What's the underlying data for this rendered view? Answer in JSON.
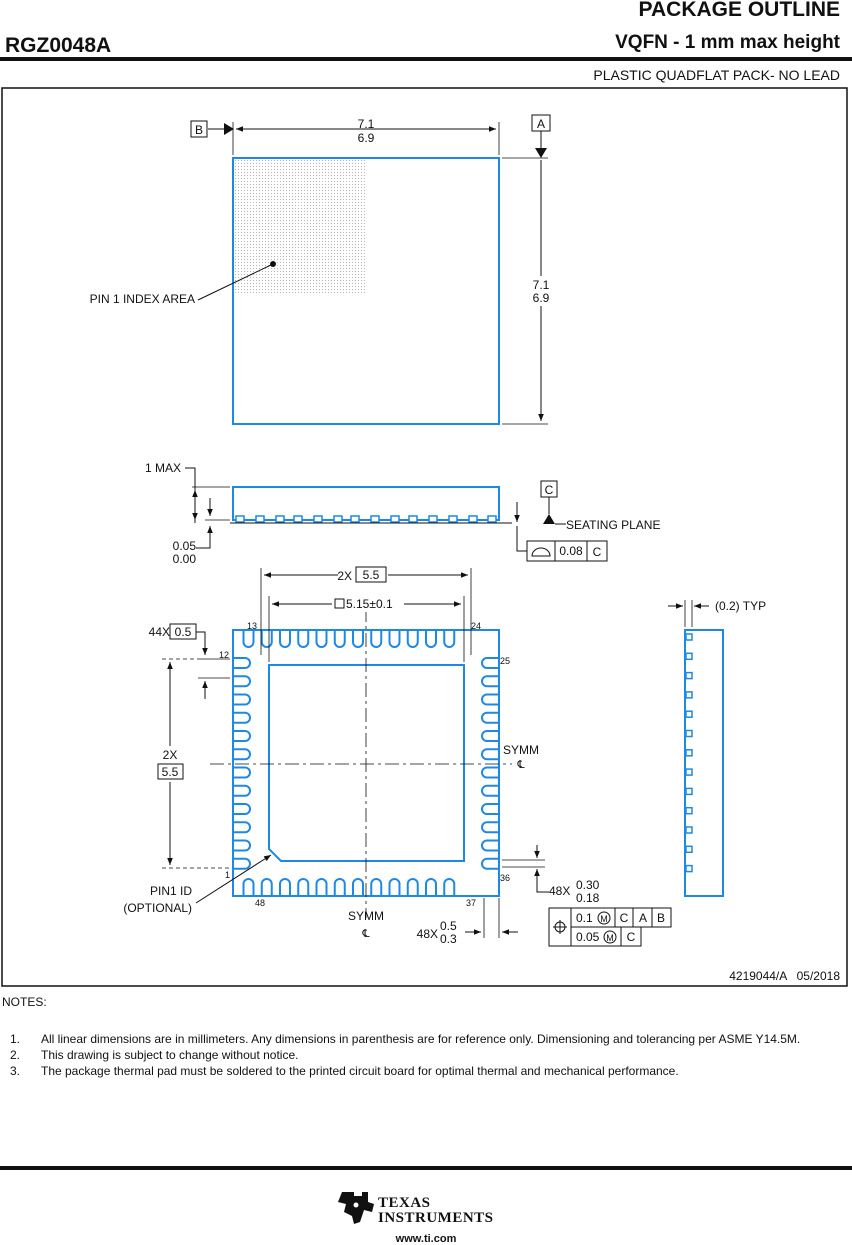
{
  "header": {
    "title": "PACKAGE OUTLINE",
    "package_code": "RGZ0048A",
    "subtitle": "VQFN - 1 mm max height",
    "description": "PLASTIC QUADFLAT PACK- NO LEAD"
  },
  "drawing": {
    "datums": {
      "a": "A",
      "b": "B",
      "c": "C"
    },
    "top_view": {
      "width_max": "7.1",
      "width_min": "6.9",
      "height_max": "7.1",
      "height_min": "6.9",
      "pin1_index_label": "PIN 1 INDEX AREA"
    },
    "side_view": {
      "max_height": "1 MAX",
      "standoff_max": "0.05",
      "standoff_min": "0.00",
      "seating_plane": "SEATING PLANE",
      "flatness_value": "0.08",
      "flatness_datum": "C"
    },
    "bottom_view": {
      "span_prefix": "2X",
      "span_value": "5.5",
      "pad_value": "5.15±0.1",
      "pitch_prefix": "44X",
      "pitch_value": "0.5",
      "vspan_prefix": "2X",
      "vspan_value": "5.5",
      "pin_13": "13",
      "pin_24": "24",
      "pin_12": "12",
      "pin_25": "25",
      "pin_1": "1",
      "pin_36": "36",
      "pin_48": "48",
      "pin_37": "37",
      "symm": "SYMM",
      "pin1_id_line1": "PIN1 ID",
      "pin1_id_line2": "(OPTIONAL)",
      "lead_width_prefix": "48X",
      "lead_width_max": "0.30",
      "lead_width_min": "0.18",
      "lead_len_prefix": "48X",
      "lead_len_max": "0.5",
      "lead_len_min": "0.3",
      "fcf_row1_tol": "0.1",
      "fcf_row1_datums": [
        "C",
        "A",
        "B"
      ],
      "fcf_row2_tol": "0.05",
      "fcf_row2_datum": "C",
      "modifier": "M"
    },
    "side_view_right": {
      "typ_label": "(0.2) TYP"
    },
    "drawing_number": "4219044/A   05/2018"
  },
  "notes": {
    "title": "NOTES:",
    "items": [
      {
        "num": "1.",
        "text": "All linear dimensions are in millimeters. Any dimensions in parenthesis are for reference only. Dimensioning and tolerancing per ASME Y14.5M."
      },
      {
        "num": "2.",
        "text": "This drawing is subject to change without notice."
      },
      {
        "num": "3.",
        "text": "The package thermal pad must be soldered to the printed circuit board for optimal thermal and mechanical performance."
      }
    ]
  },
  "footer": {
    "logo_line1": "TEXAS",
    "logo_line2": "INSTRUMENTS",
    "url": "www.ti.com"
  },
  "colors": {
    "outline": "#1e88e5",
    "ink": "#111111",
    "stipple": "#b5b5b5"
  }
}
